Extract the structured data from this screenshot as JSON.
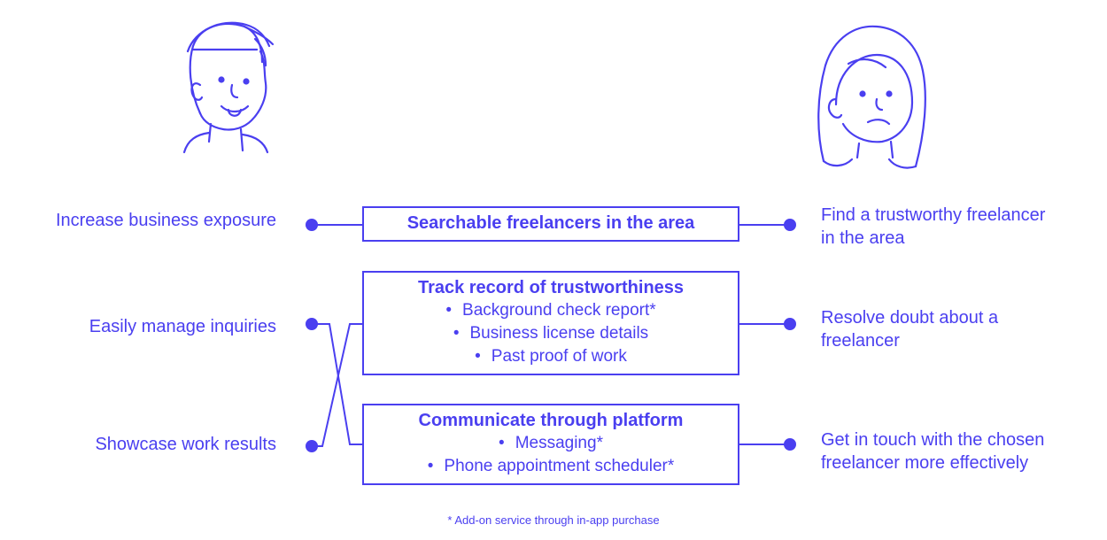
{
  "colors": {
    "accent": "#4a3ff0",
    "background": "#ffffff"
  },
  "personas": [
    {
      "name": "freelancer-avatar"
    },
    {
      "name": "customer-avatar"
    }
  ],
  "left_needs": [
    "Increase business exposure",
    "Easily manage inquiries",
    "Showcase work results"
  ],
  "features": [
    {
      "title": "Searchable freelancers in the area",
      "items": []
    },
    {
      "title": "Track record of trustworthiness",
      "items": [
        "Background check report*",
        "Business license details",
        "Past proof of work"
      ]
    },
    {
      "title": "Communicate through platform",
      "items": [
        "Messaging*",
        "Phone appointment scheduler*"
      ]
    }
  ],
  "right_needs": [
    [
      "Find a trustworthy freelancer",
      "in the area"
    ],
    [
      "Resolve doubt about a",
      "freelancer"
    ],
    [
      "Get in touch with the chosen",
      "freelancer more effectively"
    ]
  ],
  "footnote": "* Add-on service through in-app purchase"
}
